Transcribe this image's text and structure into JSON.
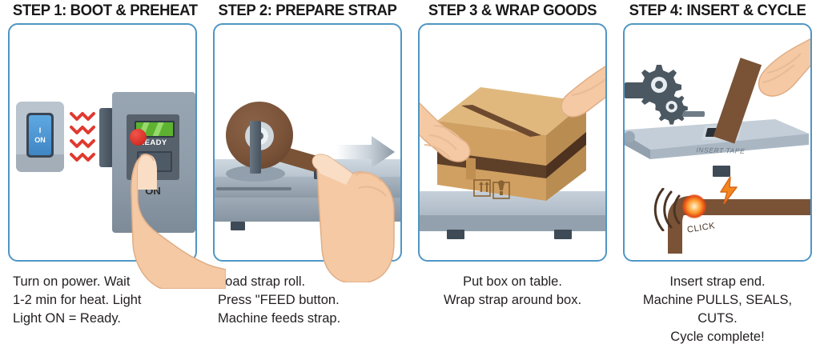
{
  "steps": [
    {
      "title": "STEP 1: BOOT & PREHEAT",
      "caption": "Turn on power. Wait\n1-2 min for heat. Light\nLight ON = Ready.",
      "align": "left",
      "labels": {
        "switch_symbol": "I",
        "switch_on": "ON",
        "ready": "READY",
        "machine_on": "ON"
      }
    },
    {
      "title": "STEP 2: PREPARE STRAP",
      "caption": "Load strap roll.\nPress \"FEED button.\nMachine feeds strap.",
      "align": "left",
      "labels": {}
    },
    {
      "title": "STEP 3 & WRAP GOODS",
      "caption": "Put box on table.\nWrap strap around box.",
      "align": "center",
      "labels": {}
    },
    {
      "title": "STEP 4: INSERT & CYCLE",
      "caption": "Insert strap end.\nMachine PULLS, SEALS, CUTS.\nCycle complete!",
      "align": "center",
      "labels": {
        "insert_tape": "INSERT TAPE",
        "click": "CLICK"
      }
    }
  ],
  "colors": {
    "panel_border": "#4f96c4",
    "title_text": "#191919",
    "caption_text": "#231f20",
    "heat_red": "#e03a30",
    "ready_green": "#5db331",
    "button_red": "#d8332a",
    "strap_brown": "#7a5236",
    "carton": "#d9ae72",
    "machine_gray": "#98a5b2",
    "skin": "#f4c9a4",
    "background": "#ffffff"
  }
}
